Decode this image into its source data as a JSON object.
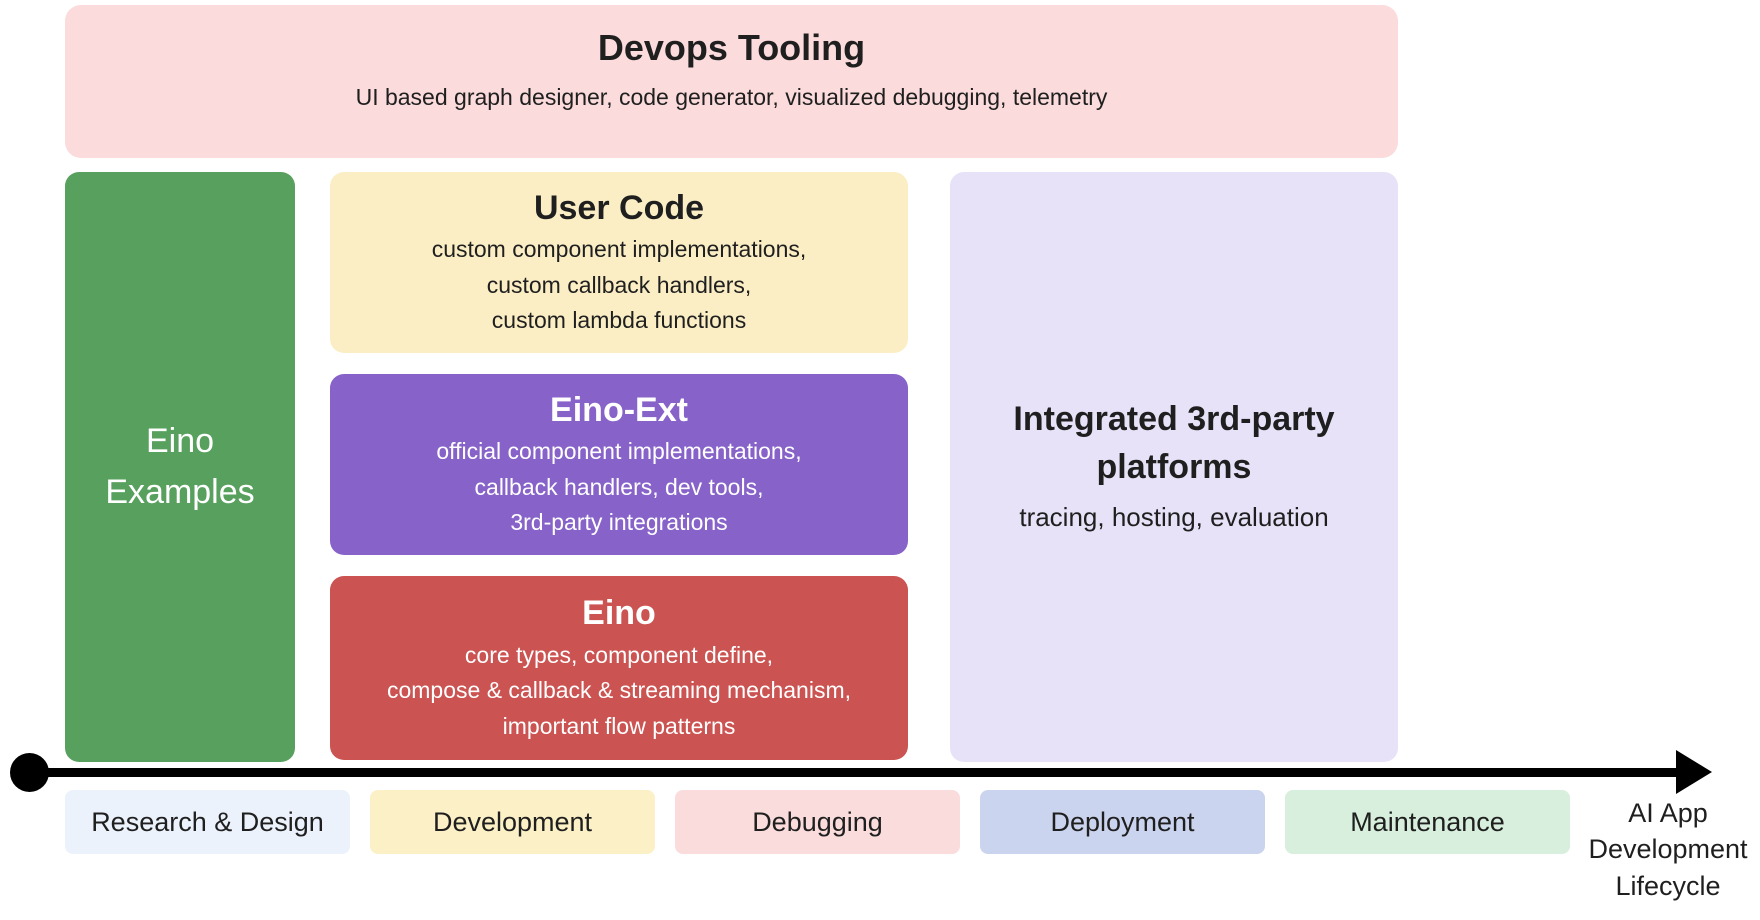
{
  "devops": {
    "title": "Devops Tooling",
    "subtitle": "UI based graph designer, code generator, visualized debugging, telemetry",
    "bg": "#fbdbdb"
  },
  "eino_examples": {
    "title": "Eino Examples",
    "bg": "#57a05e"
  },
  "user_code": {
    "title": "User Code",
    "lines": [
      "custom component implementations,",
      "custom callback handlers,",
      "custom lambda functions"
    ],
    "bg": "#fbeec5"
  },
  "eino_ext": {
    "title": "Eino-Ext",
    "lines": [
      "official component implementations,",
      "callback handlers, dev tools,",
      "3rd-party integrations"
    ],
    "bg": "#8763c9"
  },
  "eino": {
    "title": "Eino",
    "lines": [
      "core types, component define,",
      "compose & callback & streaming mechanism,",
      "important flow patterns"
    ],
    "bg": "#cb5351"
  },
  "platforms": {
    "title": "Integrated 3rd-party platforms",
    "subtitle": "tracing, hosting, evaluation",
    "bg": "#e7e2f8"
  },
  "lifecycle": {
    "stages": [
      {
        "label": "Research & Design",
        "bg": "#ebf2fb"
      },
      {
        "label": "Development",
        "bg": "#fcf0c6"
      },
      {
        "label": "Debugging",
        "bg": "#fbdcdc"
      },
      {
        "label": "Deployment",
        "bg": "#cbd4ee"
      },
      {
        "label": "Maintenance",
        "bg": "#d7efdc"
      }
    ],
    "axis_label": "AI App Development Lifecycle",
    "axis_color": "#000000"
  }
}
